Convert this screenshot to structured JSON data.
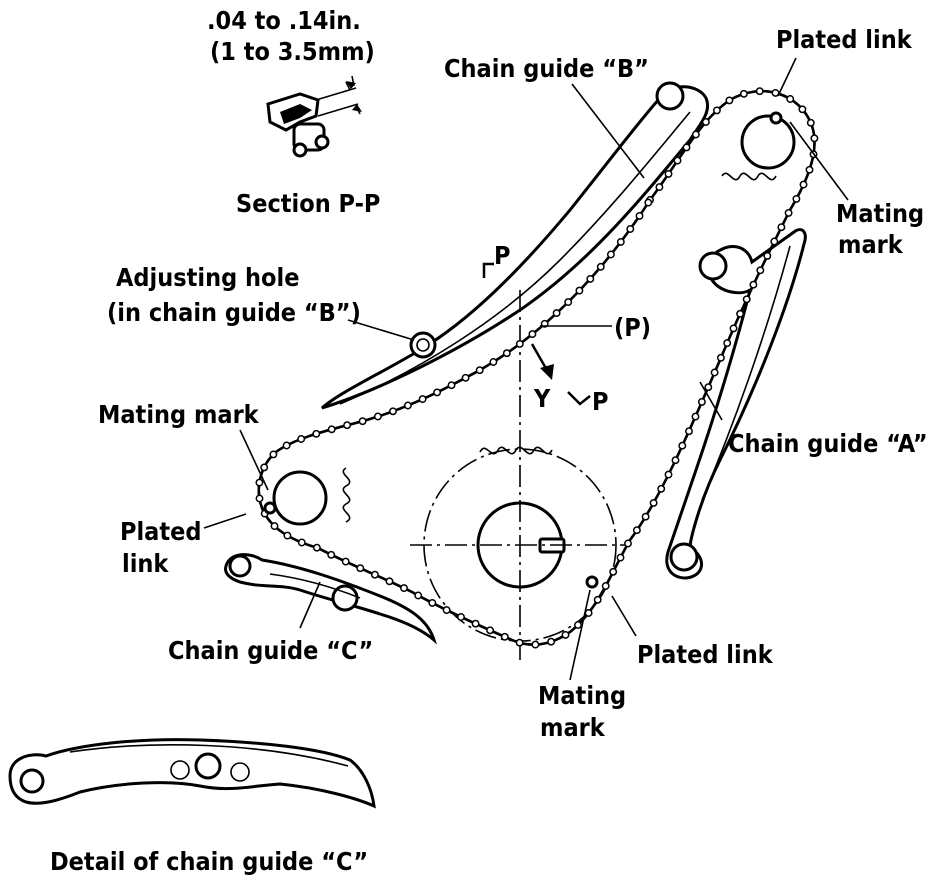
{
  "colors": {
    "ink": "#000000",
    "paper": "#ffffff"
  },
  "labels": {
    "clearance_in": ".04 to .14in.",
    "clearance_mm": "(1 to 3.5mm)",
    "section_pp": "Section P-P",
    "chain_guide_b": "Chain guide “B”",
    "plated_link_top": "Plated link",
    "mating_mark_top_1": "Mating",
    "mating_mark_top_2": "mark",
    "adjusting_hole_1": "Adjusting hole",
    "adjusting_hole_2": "(in chain guide “B”)",
    "section_marker_p_top": "P",
    "section_marker_p_paren": "(P)",
    "arrow_y": "Y",
    "section_marker_p_bottom": "P",
    "mating_mark_left": "Mating mark",
    "chain_guide_a": "Chain guide “A”",
    "plated_link_left_1": "Plated",
    "plated_link_left_2": "link",
    "chain_guide_c": "Chain guide “C”",
    "plated_link_bottom": "Plated link",
    "mating_mark_bottom_1": "Mating",
    "mating_mark_bottom_2": "mark",
    "detail_caption": "Detail of chain guide “C”"
  }
}
